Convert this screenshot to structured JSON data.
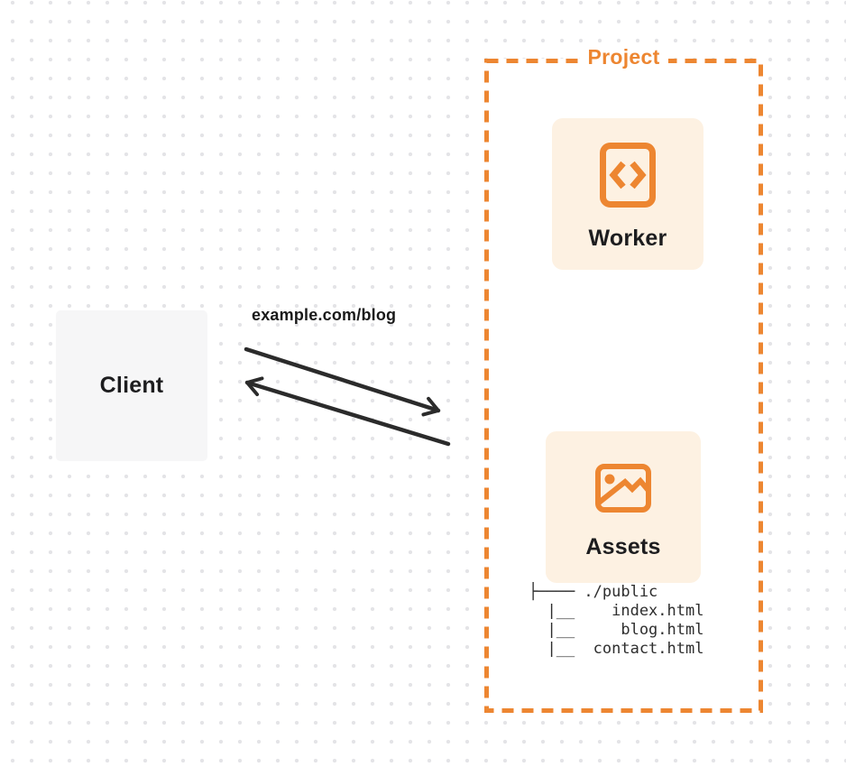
{
  "diagram": {
    "client": {
      "label": "Client"
    },
    "request": {
      "label": "example.com/blog"
    },
    "project": {
      "label": "Project",
      "worker": {
        "label": "Worker",
        "icon": "code-file-icon"
      },
      "assets": {
        "label": "Assets",
        "icon": "image-icon",
        "file_tree": "├──── ./public\n  |__    index.html\n  |__     blog.html\n  |__  contact.html"
      }
    },
    "colors": {
      "accent_orange": "#ED8631",
      "card_background": "#FDF1E2",
      "client_background": "#F6F6F7",
      "arrow": "#2B2B2B",
      "text_dark": "#1D1D1F",
      "dot_grid": "#E4E4E7"
    }
  }
}
